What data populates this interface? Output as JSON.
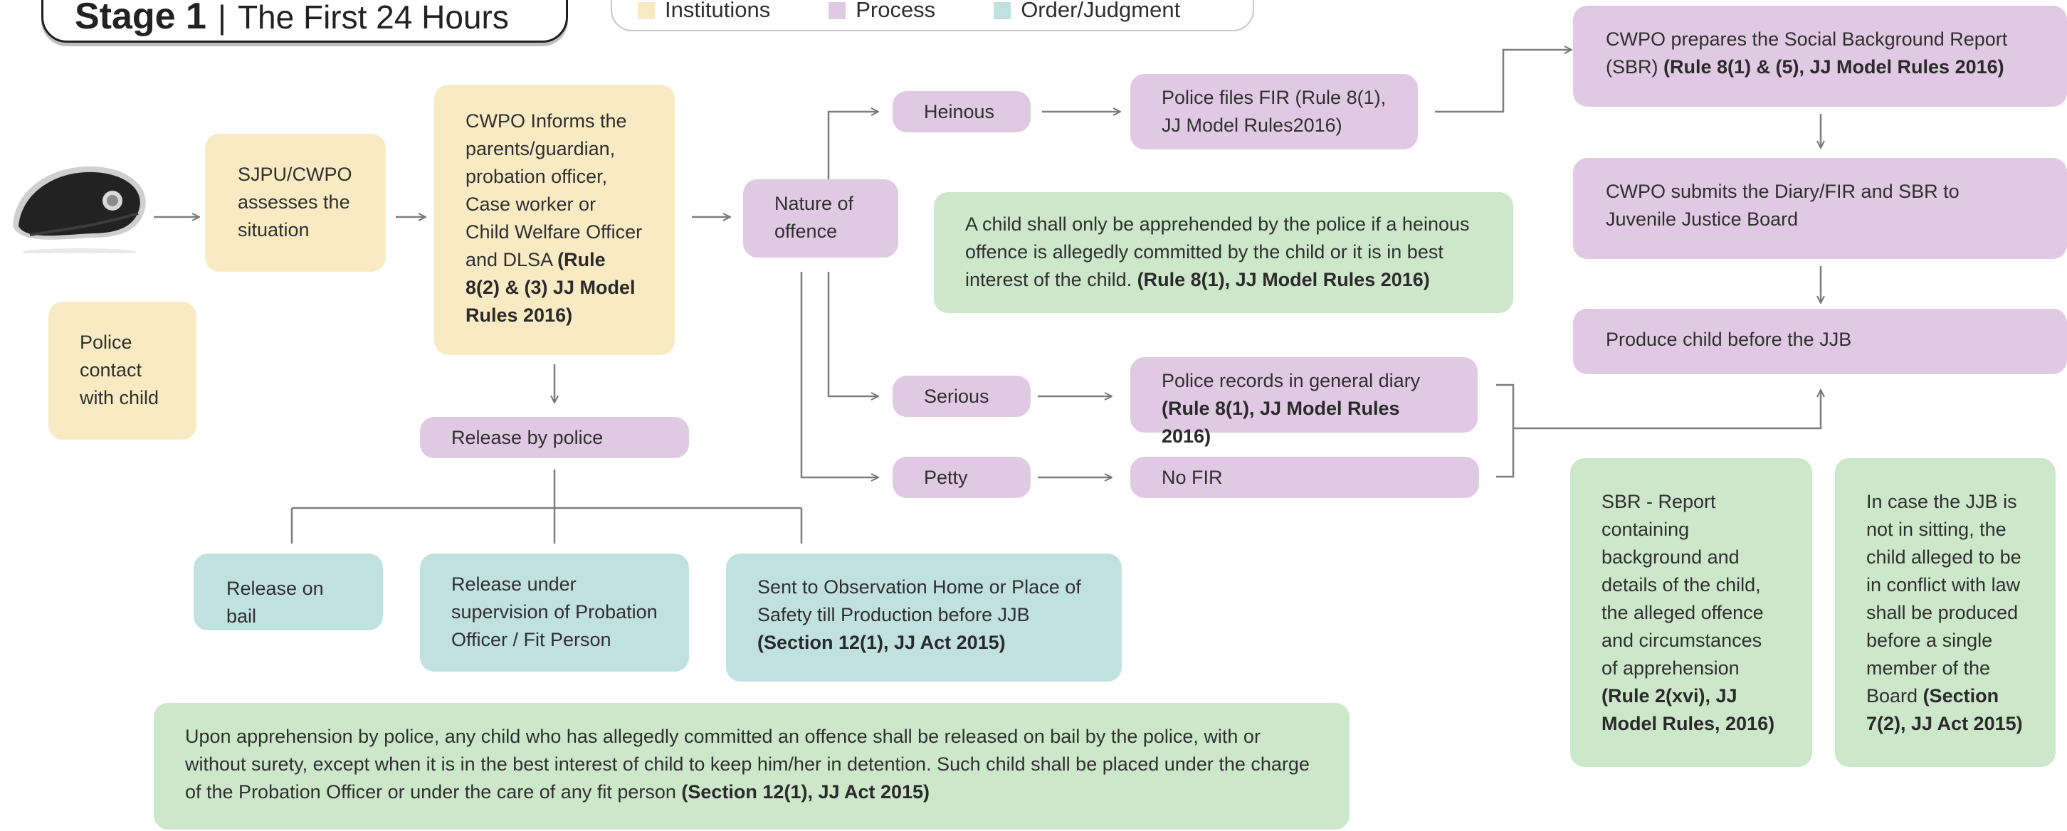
{
  "header": {
    "stage": "Stage 1",
    "separator": "|",
    "subtitle": "The First 24 Hours"
  },
  "legend": [
    {
      "label": "Institutions",
      "color": "#f8ebc4"
    },
    {
      "label": "Process",
      "color": "#e0c9e2"
    },
    {
      "label": "Order/Judgment",
      "color": "#c1e1e1"
    }
  ],
  "icons": {
    "police_cap": "police-cap-icon"
  },
  "nodes": {
    "sjpu": "SJPU/CWPO assesses the situation",
    "police_contact": "Police contact with child",
    "cwpo_informs": {
      "text": "CWPO Informs the parents/guardian, probation officer, Case worker or Child Welfare Officer and DLSA ",
      "bold": "(Rule 8(2) & (3) JJ Model Rules 2016)"
    },
    "nature": "Nature of offence",
    "heinous": "Heinous",
    "serious": "Serious",
    "petty": "Petty",
    "fir": "Police files FIR (Rule 8(1), JJ Model Rules2016)",
    "gd": {
      "text": "Police records in general diary",
      "bold": "(Rule 8(1), JJ Model Rules 2016)"
    },
    "no_fir": "No FIR",
    "apprehend_note": {
      "text": "A child shall only be apprehended by the police if a heinous offence is allegedly committed by the child or it is in best interest of the child. ",
      "bold": "(Rule 8(1), JJ Model Rules 2016)"
    },
    "sbr_prepare": {
      "text": "CWPO prepares the Social Background Report (SBR) ",
      "bold": "(Rule 8(1) & (5), JJ Model Rules 2016)"
    },
    "cwpo_submits": "CWPO submits the Diary/FIR and SBR to Juvenile Justice Board",
    "produce": "Produce child before the JJB",
    "release_police": "Release by police",
    "release_bail": "Release on bail",
    "release_supervision": "Release under supervision of Probation Officer / Fit Person",
    "observation": {
      "text": "Sent to Observation Home or Place of Safety till Production before JJB",
      "bold": "(Section 12(1), JJ Act 2015)"
    },
    "bail_note": {
      "text": "Upon apprehension by police, any child who has allegedly committed an offence shall be released on bail by the police, with or without surety, except when it is in the best interest of child to keep him/her in detention. Such child shall be placed under the charge of the Probation Officer or under the care of any fit person ",
      "bold": "(Section 12(1), JJ Act 2015)"
    },
    "sbr_def": {
      "text": "SBR - Report containing background and details of the child, the alleged offence and circumstances of apprehension",
      "bold": "(Rule 2(xvi), JJ Model Rules, 2016)"
    },
    "jjb_not_sitting": {
      "text": "In case the JJB is not in sitting, the child alleged to be in conflict with law shall be produced before a single member of the Board ",
      "bold": "(Section 7(2), JJ Act 2015)"
    }
  }
}
